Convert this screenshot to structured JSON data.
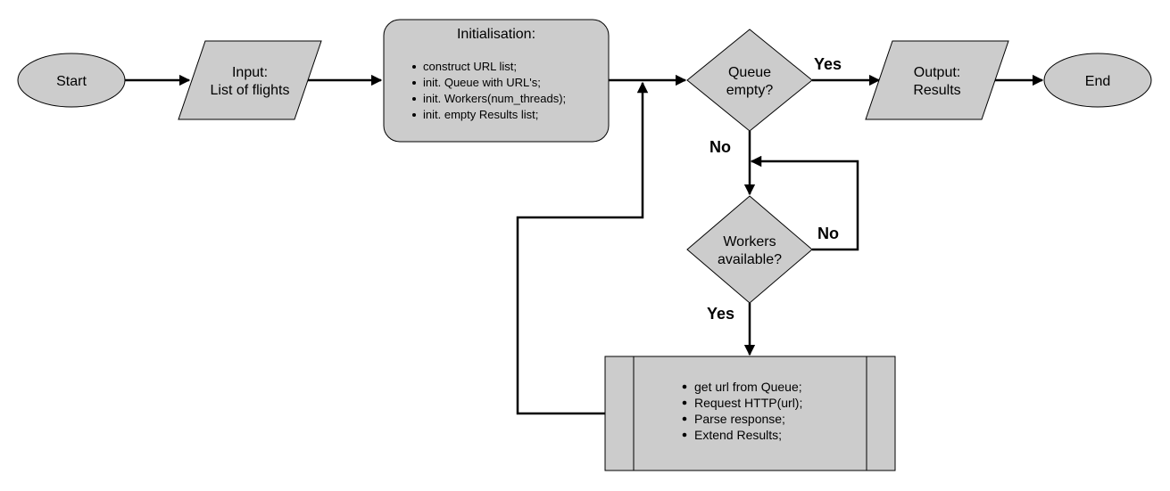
{
  "nodes": {
    "start": {
      "label": "Start"
    },
    "input": {
      "line1": "Input:",
      "line2": "List of flights"
    },
    "init": {
      "title": "Initialisation:",
      "bullets": [
        "construct URL list;",
        "init. Queue with URL's;",
        "init. Workers(num_threads);",
        "init. empty Results list;"
      ]
    },
    "queue_empty": {
      "line1": "Queue",
      "line2": "empty?"
    },
    "output": {
      "line1": "Output:",
      "line2": "Results"
    },
    "end": {
      "label": "End"
    },
    "workers_available": {
      "line1": "Workers",
      "line2": "available?"
    },
    "process": {
      "bullets": [
        "get url from Queue;",
        "Request HTTP(url);",
        "Parse response;",
        "Extend Results;"
      ]
    }
  },
  "edges": {
    "queue_yes": "Yes",
    "queue_no": "No",
    "workers_no": "No",
    "workers_yes": "Yes"
  },
  "colors": {
    "fill": "#cccccc",
    "stroke": "#000000"
  }
}
